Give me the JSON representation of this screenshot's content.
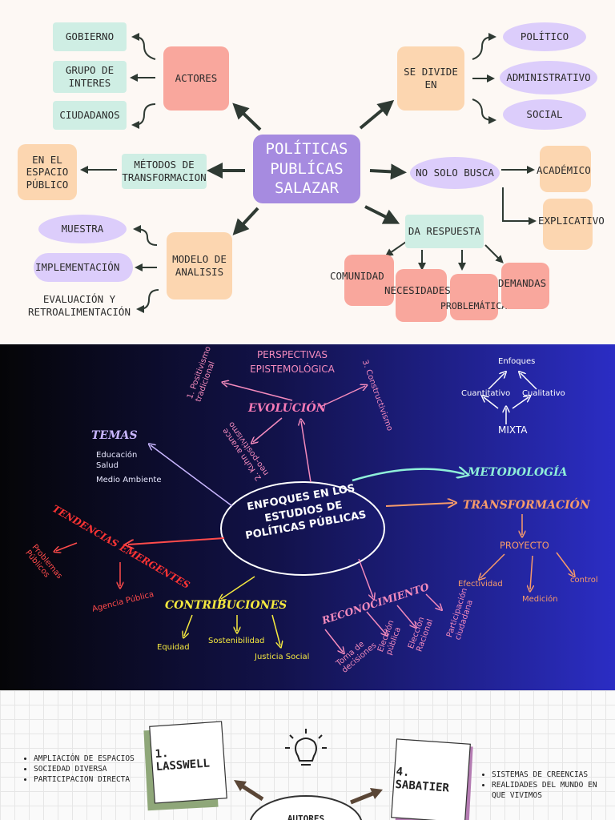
{
  "panel1": {
    "center": "POLÍTICAS PUBLÍCAS SALAZAR",
    "actores": "ACTORES",
    "gobierno": "GOBIERNO",
    "grupo_interes": "GRUPO DE INTERES",
    "ciudadanos": "CIUDADANOS",
    "se_divide_en": "SE DIVIDE EN",
    "politico": "POLÍTICO",
    "administrativo": "ADMINISTRATIVO",
    "social": "SOCIAL",
    "metodos": "MÉTODOS DE TRANSFORMACION",
    "espacio_publico": "EN EL ESPACIO PÚBLICO",
    "no_solo_busca": "NO SOLO BUSCA",
    "academico": "ACADÉMICO",
    "explicativo": "EXPLICATIVO",
    "modelo": "MODELO DE ANALISIS",
    "muestra": "MUESTRA",
    "implementacion": "IMPLEMENTACIÓN",
    "evaluacion": "EVALUACIÓN Y RETROALIMENTACIÓN",
    "da_respuesta": "DA RESPUESTA",
    "comunidad": "COMUNIDAD",
    "necesidades": "NECESIDADES",
    "problematicas": "PROBLEMÁTICAS",
    "demandas": "DEMANDAS"
  },
  "panel2": {
    "center": "ENFOQUES EN LOS ESTUDIOS DE POLÍTICAS PÚBLICAS",
    "perspectivas": "PERSPECTIVAS EPISTEMOLÓGICA",
    "evolucion": "EVOLUCIÓN",
    "positivismo": "1. Positivismo tradicional",
    "constructivismo": "3. Constructivismo",
    "neopositivismo": "2. Kuhn avance neo-positivismo",
    "temas": "TEMAS",
    "temas_items": [
      "Educación",
      "Salud",
      "Medio Ambiente"
    ],
    "enfoques": "Enfoques",
    "cuantitativo": "Cuantitativo",
    "cualitativo": "Cualitativo",
    "mixta": "MIXTA",
    "metodologia": "METODOLOGÍA",
    "transformacion": "TRANSFORMACIÓN",
    "proyecto": "PROYECTO",
    "efectividad": "Efectividad",
    "medicion": "Medición",
    "control": "control",
    "tendencias": "TENDENCIAS EMERGENTES",
    "problemas_publicos": "Problemas Públicos",
    "agencia_publica": "Agencia Pública",
    "contribuciones": "CONTRIBUCIONES",
    "equidad": "Equidad",
    "sostenibilidad": "Sostenibilidad",
    "justicia_social": "Justicia Social",
    "reconocimiento": "RECONOCIMIENTO",
    "toma_decisiones": "Toma de decisiones",
    "eleccion_publica": "Elección pública",
    "eleccion_racional": "Elección Racional",
    "participacion": "Participación ciudadana"
  },
  "panel3": {
    "lasswell": "1. LASSWELL",
    "sabatier": "4. SABATIER",
    "autores": "AUTORES",
    "left_notes": [
      "AMPLIACIÓN DE ESPACIOS",
      "SOCIEDAD DIVERSA",
      "PARTICIPACION DIRECTA"
    ],
    "right_notes": [
      "SISTEMAS DE CREENCIAS",
      "REALIDADES DEL MUNDO EN QUE VIVIMOS"
    ]
  },
  "icons": [
    "lightbulb-icon",
    "arrow-icon"
  ],
  "colors": {
    "mint": "#cfeee4",
    "salmon": "#f9a79d",
    "peach": "#fcd6b0",
    "lavender": "#dccdfb",
    "center_purple": "#a68be0",
    "pink": "#f67ab6",
    "orange": "#f79b6a",
    "teal": "#8ff0d9",
    "yellow": "#f5e93f",
    "red": "#ff3434",
    "green_paper": "#8fa779",
    "purple_paper": "#b57cb3"
  }
}
